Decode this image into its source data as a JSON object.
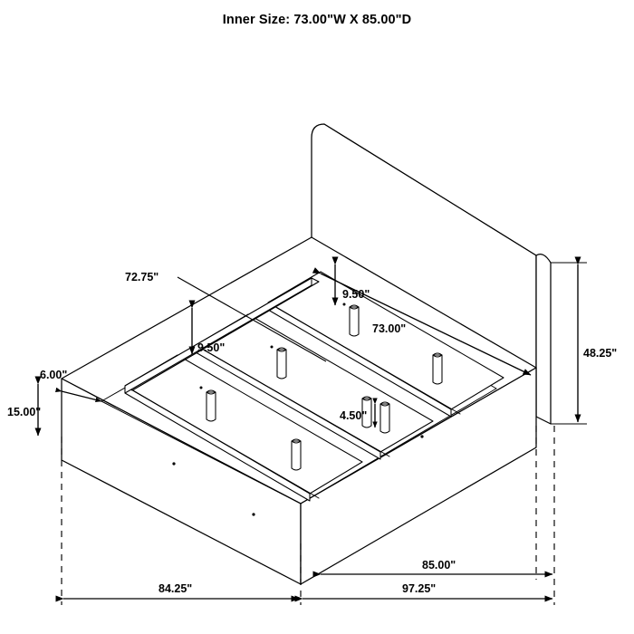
{
  "title": "Inner Size: 73.00\"W X 85.00\"D",
  "product": {
    "type": "upholstered platform bed with headboard",
    "view": "isometric line drawing"
  },
  "dimensions": {
    "inner_width": "73.00\"",
    "inner_depth": "85.00\"",
    "headboard_height": "48.25\"",
    "slat_span": "72.75\"",
    "rail_to_slat_top": "9.50\"",
    "rail_to_slat_top_2": "9.50\"",
    "mattress_support_width": "73.00\"",
    "leg_height": "4.50\"",
    "rail_thickness": "6.00\"",
    "base_height": "15.00\"",
    "overall_width": "84.25\"",
    "overall_depth_inner": "85.00\"",
    "overall_length": "97.25\""
  },
  "labels": {
    "slat_span": "72.75\"",
    "slat_drop_right": "9.50\"",
    "slat_drop_left": "9.50\"",
    "inner_width": "73.00\"",
    "leg_height": "4.50\"",
    "rail_thickness": "6.00\"",
    "base_height": "15.00\"",
    "headboard_height": "48.25\"",
    "width_left": "84.25\"",
    "depth_right": "85.00\"",
    "length_total": "97.25\""
  },
  "colors": {
    "line": "#000000",
    "fill": "#ffffff",
    "background": "#ffffff"
  }
}
